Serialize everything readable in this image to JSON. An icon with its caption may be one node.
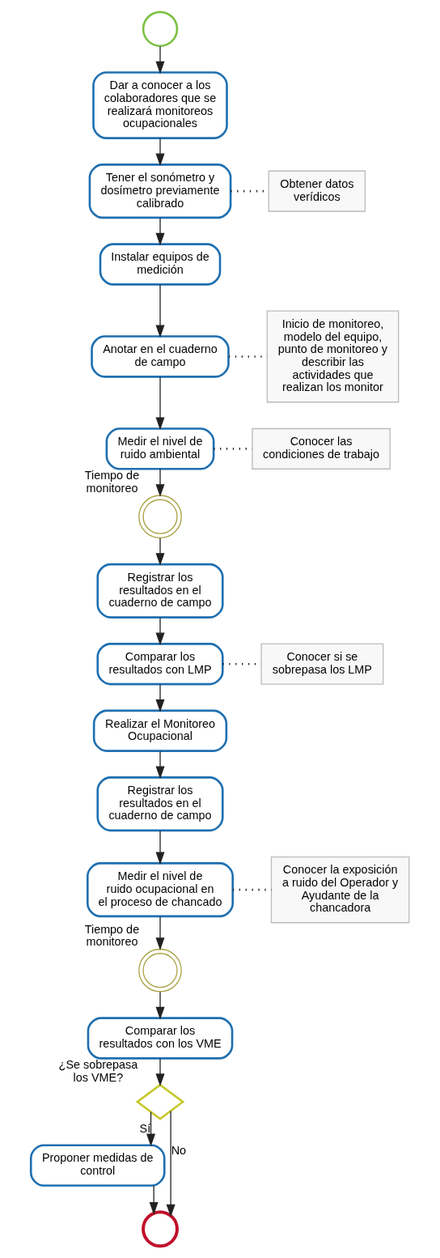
{
  "diagram": {
    "nodes": [
      {
        "text": [],
        "shape": "circle"
      },
      {
        "text": [
          "Dar a conocer a los colaboradores que se realizará monitoreos ocupacionales"
        ]
      },
      {
        "text": [
          "Tener el sonómetro y dosímetro previamente calibrado"
        ]
      },
      {
        "text": [
          "Obtener datos verídicos"
        ]
      },
      {
        "text": [
          "Instalar equipos de medición"
        ]
      },
      {
        "text": [
          "Anotar en el cuaderno de campo"
        ]
      },
      {
        "text": [
          "Inicio de monitoreo, modelo del equipo, punto de monitoreo y describir las actividades que realizan los monitor"
        ]
      },
      {
        "text": [
          "Medir el nivel de ruido ambiental"
        ]
      },
      {
        "text": [
          "Conocer las condiciones de trabajo"
        ]
      },
      {
        "text": [],
        "shape": "circle",
        "beside": [
          "Tiempo de monitoreo"
        ]
      },
      {
        "text": [
          "Registrar los resultados en el cuaderno de campo"
        ]
      },
      {
        "text": [
          "Comparar los resultados con LMP"
        ]
      },
      {
        "text": [
          "Conocer si se sobrepasa los LMP"
        ]
      },
      {
        "text": [
          "Realizar el Monitoreo Ocupacional"
        ]
      },
      {
        "text": [
          "Registrar los resultados en el cuaderno de campo"
        ]
      },
      {
        "text": [
          "Medir el nivel de ruido ocupacional en el proceso de chancado"
        ]
      },
      {
        "text": [
          "Conocer la exposición a ruido del Operador y Ayudante de la chancadora"
        ]
      },
      {
        "text": [],
        "shape": "circle",
        "beside": [
          "Tiempo de monitoreo"
        ]
      },
      {
        "text": [
          "Comparar los resultados con los VME"
        ]
      },
      {
        "text": [],
        "shape": "diamond",
        "beside": [
          "¿Se sobrepasa los VME?"
        ]
      },
      {
        "text": [
          "Proponer medidas de control"
        ]
      },
      {
        "text": [],
        "shape": "circle"
      }
    ],
    "edges": [
      {
        "from": 0,
        "to": 1,
        "arrow": "to"
      },
      {
        "from": 1,
        "to": 2,
        "arrow": "to"
      },
      {
        "from": 2,
        "to": 3,
        "arrow": "none",
        "style": "dashed"
      },
      {
        "from": 2,
        "to": 4,
        "arrow": "to"
      },
      {
        "from": 4,
        "to": 5,
        "arrow": "to"
      },
      {
        "from": 5,
        "to": 6,
        "arrow": "none",
        "style": "dashed"
      },
      {
        "from": 5,
        "to": 7,
        "arrow": "to"
      },
      {
        "from": 7,
        "to": 8,
        "arrow": "none",
        "style": "dashed"
      },
      {
        "from": 7,
        "to": 9,
        "arrow": "to"
      },
      {
        "from": 9,
        "to": 10,
        "arrow": "to"
      },
      {
        "from": 10,
        "to": 11,
        "arrow": "to"
      },
      {
        "from": 11,
        "to": 12,
        "arrow": "none",
        "style": "dashed"
      },
      {
        "from": 11,
        "to": 13,
        "arrow": "to"
      },
      {
        "from": 13,
        "to": 14,
        "arrow": "to"
      },
      {
        "from": 14,
        "to": 15,
        "arrow": "to"
      },
      {
        "from": 15,
        "to": 16,
        "arrow": "none",
        "style": "dashed"
      },
      {
        "from": 15,
        "to": 17,
        "arrow": "to"
      },
      {
        "from": 17,
        "to": 18,
        "arrow": "to"
      },
      {
        "from": 18,
        "to": 19,
        "arrow": "to"
      },
      {
        "from": 19,
        "to": 20,
        "arrow": "to",
        "label": "Sí"
      },
      {
        "from": 19,
        "to": 21,
        "arrow": "to",
        "label": "No"
      },
      {
        "from": 20,
        "to": 21,
        "arrow": "to"
      }
    ]
  }
}
